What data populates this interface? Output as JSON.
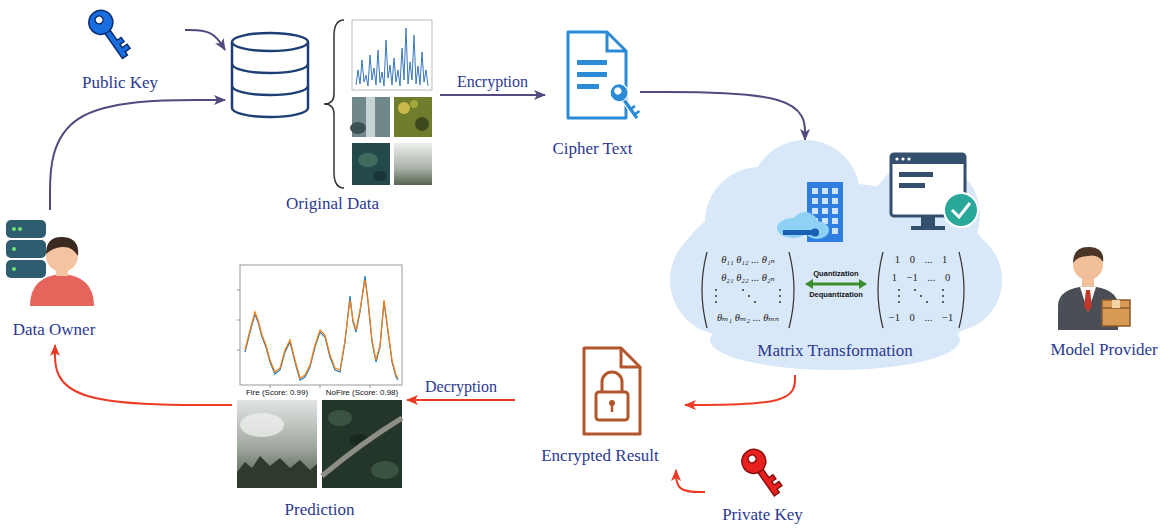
{
  "diagram": {
    "nodes": [
      {
        "text": [
          "Public Key"
        ]
      },
      {
        "text": [
          "Original Data"
        ]
      },
      {
        "text": [
          "Cipher Text"
        ]
      },
      {
        "text": [
          "Matrix Transformation"
        ]
      },
      {
        "text": [
          "Model Provider"
        ]
      },
      {
        "text": [
          "Encrypted Result"
        ]
      },
      {
        "text": [
          "Private Key"
        ]
      },
      {
        "text": [
          "Prediction"
        ]
      },
      {
        "text": [
          "Data Owner"
        ]
      }
    ],
    "edges": [
      {
        "from": 0,
        "to": 1,
        "arrow": "to"
      },
      {
        "from": 8,
        "to": 1,
        "arrow": "to"
      },
      {
        "from": 1,
        "to": 2,
        "label": "Encryption",
        "arrow": "to"
      },
      {
        "from": 2,
        "to": 3,
        "arrow": "to"
      },
      {
        "from": 3,
        "to": 5,
        "arrow": "to"
      },
      {
        "from": 6,
        "to": 5,
        "arrow": "to"
      },
      {
        "from": 5,
        "to": 7,
        "label": "Decryption",
        "arrow": "to"
      },
      {
        "from": 7,
        "to": 8,
        "arrow": "to"
      }
    ],
    "labels": [
      "θ₁₁ θ₁₂ ... θ₁ₙ",
      "θ₂₁ θ₂₂ ... θ₂ₙ",
      "θₘ₁ θₘ₂ ... θₘₙ",
      "1 0 ... 1",
      "1 −1 ... 0",
      "−1 0 ... −1",
      "Quantization",
      "Dequantization",
      "Fire (Score: 0.99)",
      "NoFire (Score: 0.98)"
    ]
  }
}
